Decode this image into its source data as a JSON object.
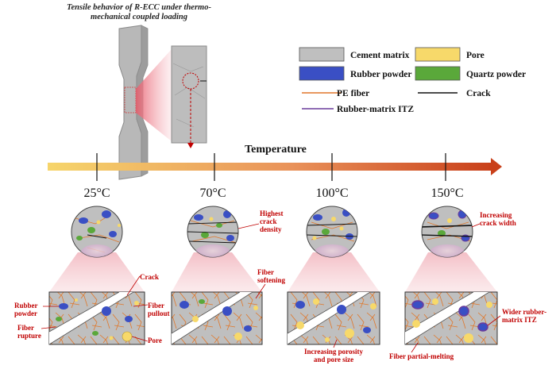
{
  "figure": {
    "title_line1": "Tensile behavior of R-ECC under thermo-",
    "title_line2": "mechanical coupled loading",
    "axis_label": "Temperature"
  },
  "legend": {
    "cement_matrix": "Cement matrix",
    "pore": "Pore",
    "rubber_powder": "Rubber powder",
    "quartz_powder": "Quartz powder",
    "pe_fiber": "PE fiber",
    "crack": "Crack",
    "itz": "Rubber-matrix ITZ"
  },
  "temperatures": [
    "25°C",
    "70°C",
    "100°C",
    "150°C"
  ],
  "annotations": {
    "crack": "Crack",
    "rubber_powder_1": "Rubber",
    "rubber_powder_2": "powder",
    "fiber_pullout_1": "Fiber",
    "fiber_pullout_2": "pullout",
    "fiber_rupture_1": "Fiber",
    "fiber_rupture_2": "rupture",
    "pore": "Pore",
    "highest_1": "Highest",
    "highest_2": "crack",
    "highest_3": "density",
    "fiber_softening_1": "Fiber",
    "fiber_softening_2": "softening",
    "porosity_1": "Increasing porosity",
    "porosity_2": "and pore size",
    "crack_width_1": "Increasing",
    "crack_width_2": "crack width",
    "wider_itz_1": "Wider rubber-",
    "wider_itz_2": "matrix ITZ",
    "partial_melting": "Fiber partial-melting"
  },
  "colors": {
    "matrix": "#bfbfbf",
    "rubber": "#3a4fc4",
    "quartz": "#5aa83a",
    "pore": "#f7d96a",
    "fiber": "#e0772a",
    "itz": "#6a3c9c",
    "annotation": "#c00000",
    "arrow_start": "#f6d56b",
    "arrow_end": "#c9401a"
  }
}
